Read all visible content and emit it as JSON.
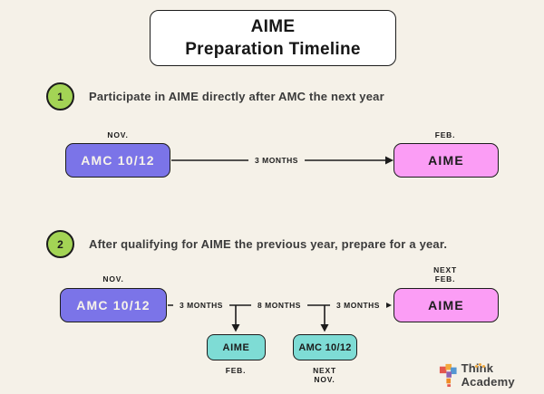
{
  "page": {
    "background_color": "#f5f1e8"
  },
  "title": {
    "line1": "AIME",
    "line2": "Preparation Timeline"
  },
  "steps": [
    {
      "number": "1",
      "text": "Participate in AIME directly after AMC the next year"
    },
    {
      "number": "2",
      "text": "After qualifying for AIME the previous year, prepare for a year."
    }
  ],
  "timeline1": {
    "start_date": "NOV.",
    "start_label": "AMC 10/12",
    "segment_label": "3 MONTHS",
    "end_date": "FEB.",
    "end_label": "AIME"
  },
  "timeline2": {
    "start_date": "NOV.",
    "start_label": "AMC 10/12",
    "segments": [
      "3 MONTHS",
      "8 MONTHS",
      "3 MONTHS"
    ],
    "end_date_line1": "NEXT",
    "end_date_line2": "FEB.",
    "end_label": "AIME",
    "branches": [
      {
        "label": "AIME",
        "date_line1": "FEB.",
        "date_line2": ""
      },
      {
        "label": "AMC 10/12",
        "date_line1": "NEXT",
        "date_line2": "NOV."
      }
    ]
  },
  "logo": {
    "text": "Think Academy"
  },
  "colors": {
    "background": "#f5f1e8",
    "amc_box": "#7b74e8",
    "aime_box": "#fb9df5",
    "branch_box": "#7edcd5",
    "step_badge": "#a3d455",
    "line": "#1c1c1c",
    "title_box": "#ffffff"
  }
}
